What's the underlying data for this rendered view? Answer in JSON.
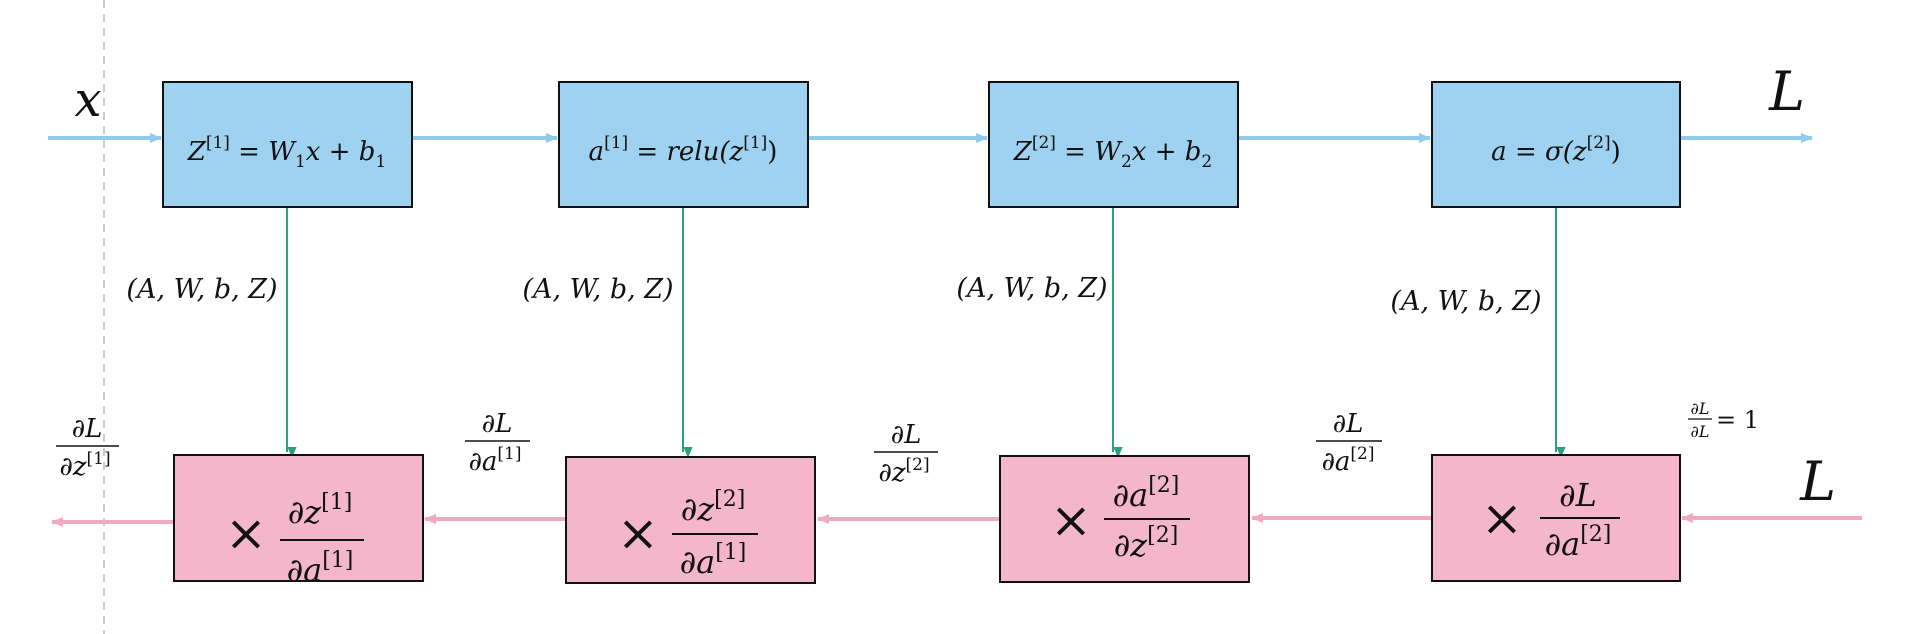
{
  "colors": {
    "forward_box": "#9fd2f0",
    "backward_box": "#f4b6cb",
    "forward_arrow": "#8fcbea",
    "backward_arrow": "#f0a9c2",
    "cache_arrow": "#2e9e7e",
    "dashed_line": "#cccccc"
  },
  "input_label": "x",
  "loss_label_top": "L",
  "loss_label_bottom": "L",
  "forward": [
    {
      "base": "Z",
      "sup": "[1]",
      "rest": " = W",
      "sub": "1",
      "tail": "x + b",
      "sub2": "1"
    },
    {
      "base": "a",
      "sup": "[1]",
      "rest": " = relu(z",
      "sup2": "[1]",
      "tail": ")"
    },
    {
      "base": "Z",
      "sup": "[2]",
      "rest": " = W",
      "sub": "2",
      "tail": "x + b",
      "sub2": "2"
    },
    {
      "base": "a = σ(z",
      "sup": "[2]",
      "tail": ")"
    }
  ],
  "cache_labels": [
    "(A, W, b, Z)",
    "(A, W, b, Z)",
    "(A, W, b, Z)",
    "(A, W, b, Z)"
  ],
  "backward": [
    {
      "times": "×",
      "num": "∂z",
      "num_sup": "[1]",
      "den": "∂a",
      "den_sup": "[1]"
    },
    {
      "times": "×",
      "num": "∂z",
      "num_sup": "[2]",
      "den": "∂a",
      "den_sup": "[1]"
    },
    {
      "times": "×",
      "num": "∂a",
      "num_sup": "[2]",
      "den": "∂z",
      "den_sup": "[2]"
    },
    {
      "times": "×",
      "num": "∂L",
      "num_sup": "",
      "den": "∂a",
      "den_sup": "[2]"
    }
  ],
  "gradient_labels": [
    {
      "num": "∂L",
      "den": "∂z",
      "den_sup": "[1]"
    },
    {
      "num": "∂L",
      "den": "∂a",
      "den_sup": "[1]"
    },
    {
      "num": "∂L",
      "den": "∂z",
      "den_sup": "[2]"
    },
    {
      "num": "∂L",
      "den": "∂a",
      "den_sup": "[2]"
    }
  ],
  "start_gradient": {
    "num": "∂L",
    "den": "∂L",
    "eq": " = 1"
  }
}
